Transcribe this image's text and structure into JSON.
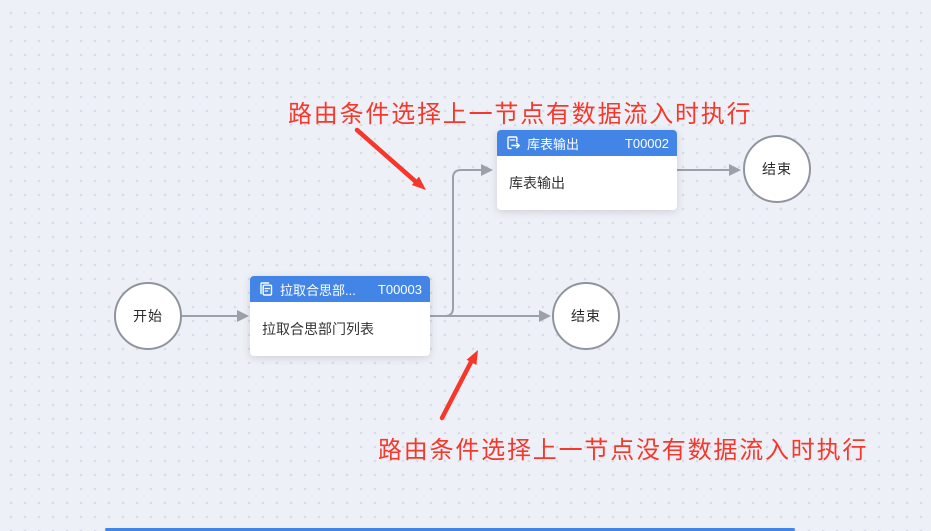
{
  "canvas": {
    "background": "#eef0f7",
    "dot_color": "#d8dce8"
  },
  "palette": {
    "node_header_blue": "#4385e6",
    "connector_gray": "#9ba1a9",
    "annotation_red": "#f5382b",
    "circle_border_gray": "#8f959d"
  },
  "nodes": {
    "start": {
      "label": "开始"
    },
    "task1": {
      "icon": "copy-pages-icon",
      "title": "拉取合思部...",
      "task_id": "T00003",
      "body": "拉取合思部门列表"
    },
    "task2": {
      "icon": "doc-export-arrow-icon",
      "title": "库表输出",
      "task_id": "T00002",
      "body": "库表输出"
    },
    "end_top": {
      "label": "结束"
    },
    "end_bottom": {
      "label": "结束"
    }
  },
  "annotations": {
    "top": {
      "text": "路由条件选择上一节点有数据流入时执行"
    },
    "bottom": {
      "text": "路由条件选择上一节点没有数据流入时执行"
    }
  }
}
